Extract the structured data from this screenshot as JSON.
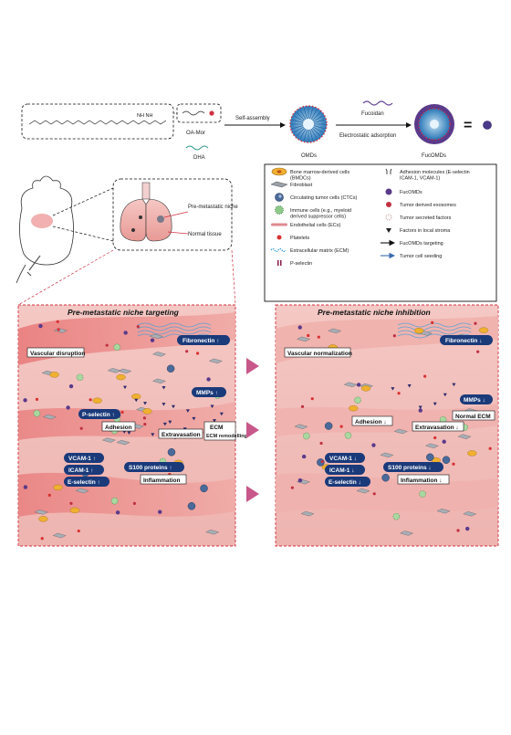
{
  "synthesis": {
    "oa_mor": "OA-Mor",
    "dha": "DHA",
    "self_assembly": "Self-assembly",
    "omds": "OMDs",
    "fucoidan": "Fucoidan",
    "electrostatic": "Electrostatic adsorption",
    "fucomds": "FucOMDs",
    "equals": "="
  },
  "lung": {
    "pre_metastatic": "Pre-metastatic niche",
    "normal_tissue": "Normal tissue"
  },
  "legend": {
    "items": [
      {
        "label": "Bone marrow-derived cells (BMDCs)",
        "icon": "bmdc-icon",
        "color": "#f0b030"
      },
      {
        "label": "Fibroblast",
        "icon": "fibroblast-icon",
        "color": "#9aa0a8"
      },
      {
        "label": "Circulating tumor cells (CTCs)",
        "icon": "ctc-icon",
        "color": "#4a6a9a"
      },
      {
        "label": "Immune cells (e.g., myeloid derived suppressor cells)",
        "icon": "immune-cell-icon",
        "color": "#8ec88a"
      },
      {
        "label": "Endothelial cells (ECs)",
        "icon": "endothelial-icon",
        "color": "#e08a90"
      },
      {
        "label": "Platelets",
        "icon": "platelet-icon",
        "color": "#d83030"
      },
      {
        "label": "Extracellular matrix (ECM)",
        "icon": "ecm-icon",
        "color": "#3aa0e0"
      },
      {
        "label": "P-selectin",
        "icon": "p-selectin-icon",
        "color": "#8a1a4a"
      },
      {
        "label": "Adhesion molecules (E-selectin ICAM-1, VCAM-1)",
        "icon": "adhesion-molecule-icon",
        "color": "#333333"
      },
      {
        "label": "FucOMDs",
        "icon": "fucomd-icon",
        "color": "#5a3a8a"
      },
      {
        "label": "Tumor derived exosomes",
        "icon": "exosome-icon",
        "color": "#c03040"
      },
      {
        "label": "Tumor secreted factors",
        "icon": "secreted-factor-icon",
        "color": "#c8a0a0"
      },
      {
        "label": "Factors in local stroma",
        "icon": "stroma-factor-icon",
        "color": "#222222"
      },
      {
        "label": "FucOMDs targeting",
        "icon": "arrow-black-icon",
        "color": "#111111"
      },
      {
        "label": "Tumor cell seeding",
        "icon": "arrow-blue-icon",
        "color": "#3a6ab0"
      }
    ]
  },
  "left_panel": {
    "title": "Pre-metastatic niche targeting",
    "vascular": "Vascular disruption",
    "fibronectin": "Fibronectin ↑",
    "mmps": "MMPs ↑",
    "p_selectin": "P-selectin ↑",
    "adhesion": "Adhesion",
    "extravasation": "Extravasation",
    "ecm": "ECM remodelling",
    "vcam": "VCAM-1 ↑",
    "icam": "ICAM-1 ↑",
    "eselectin": "E-selectin ↑",
    "s100": "S100 proteins ↑",
    "inflammation": "Inflammation"
  },
  "right_panel": {
    "title": "Pre-metastatic niche inhibition",
    "vascular": "Vascular normalization",
    "fibronectin": "Fibronectin ↓",
    "mmps": "MMPs ↓",
    "normal_ecm": "Normal ECM",
    "adhesion": "Adhesion ↓",
    "extravasation": "Extravasation ↓",
    "vcam": "VCAM-1 ↓",
    "icam": "ICAM-1 ↓",
    "eselectin": "E-selectin ↓",
    "s100": "S100 proteins ↓",
    "inflammation": "Inflammation ↓"
  }
}
